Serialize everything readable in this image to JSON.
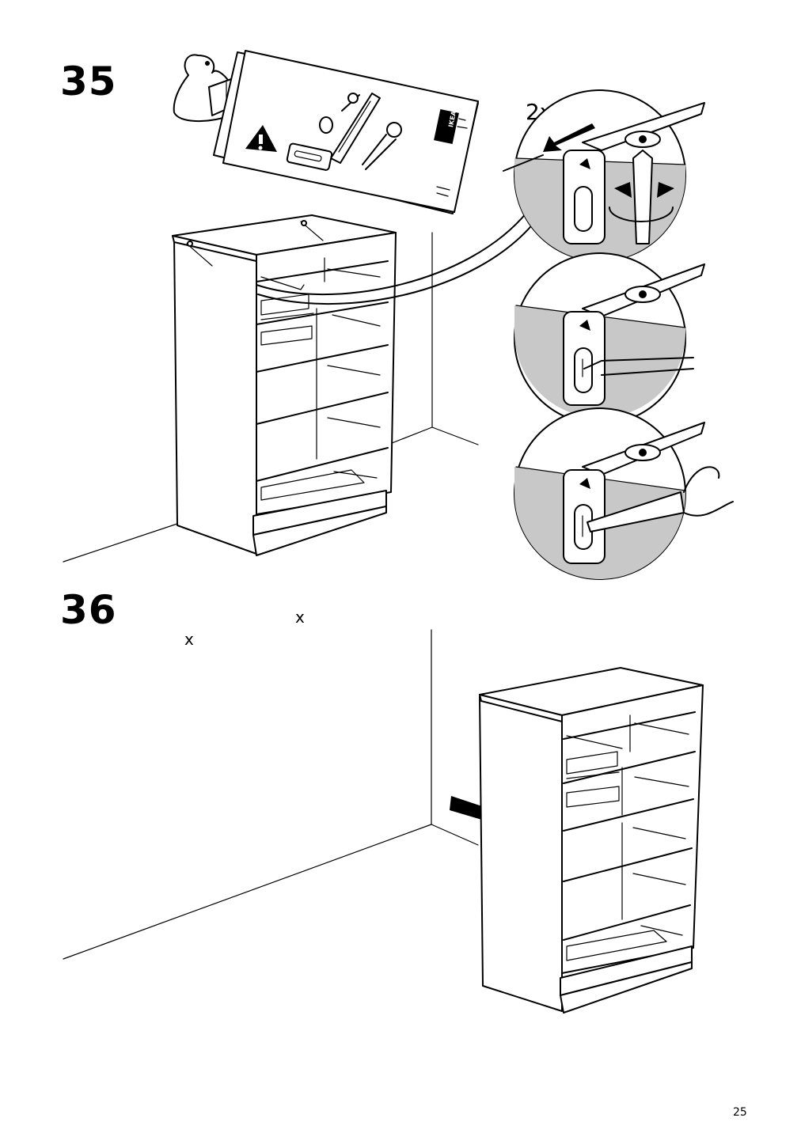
{
  "steps": [
    {
      "number": "35",
      "quantity": "2x"
    },
    {
      "number": "36",
      "marks": [
        "x",
        "x"
      ]
    }
  ],
  "page_number": "25",
  "icons": {
    "manual": "ikea-manual-read-icon",
    "leaflet_brand": "IKEA",
    "arrow": "push-arrow-icon"
  },
  "colors": {
    "ink": "#000000",
    "paper": "#ffffff",
    "shade": "#c8c8c8"
  }
}
